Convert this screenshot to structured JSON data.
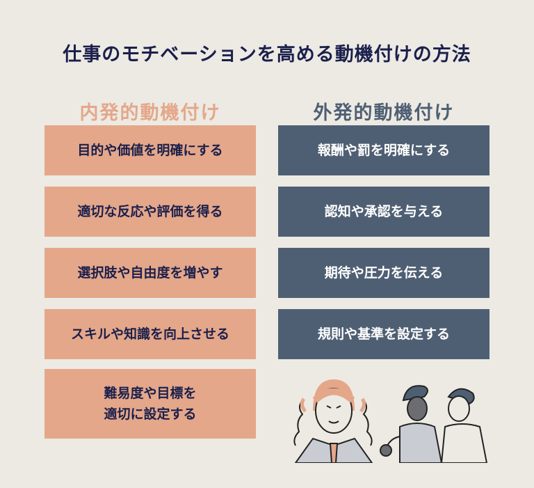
{
  "title": "仕事のモチベーションを高める動機付けの方法",
  "intrinsic": {
    "heading": "内発的動機付け",
    "color": "#e4a78a",
    "items": [
      {
        "label": "目的や価値を明確にする"
      },
      {
        "label": "適切な反応や評価を得る"
      },
      {
        "label": "選択肢や自由度を増やす"
      },
      {
        "label": "スキルや知識を向上させる"
      },
      {
        "label_line1": "難易度や目標を",
        "label_line2": "適切に設定する"
      }
    ]
  },
  "extrinsic": {
    "heading": "外発的動機付け",
    "color": "#4f5f73",
    "items": [
      {
        "label": "報酬や罰を明確にする"
      },
      {
        "label": "認知や承認を与える"
      },
      {
        "label": "期待や圧力を伝える"
      },
      {
        "label": "規則や基準を設定する"
      }
    ]
  },
  "illustration": {
    "description": "motivated person with flames and two people talking"
  }
}
